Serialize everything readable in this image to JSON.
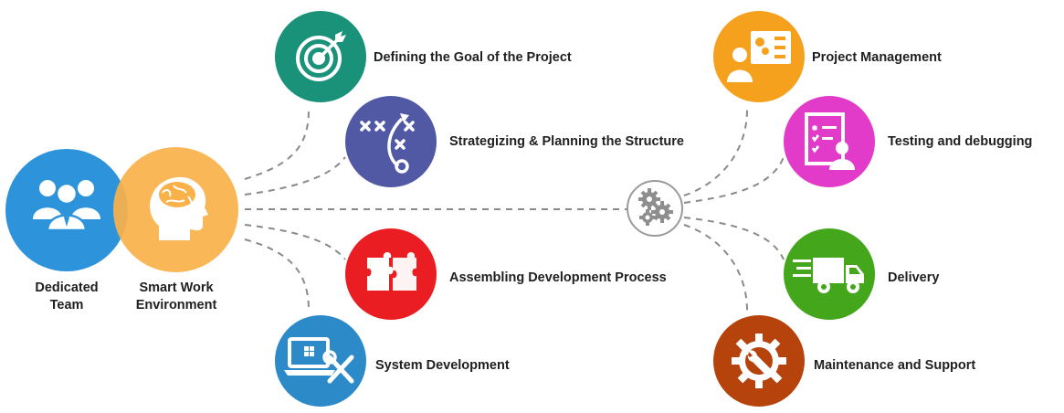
{
  "left_group": {
    "team_label": [
      "Dedicated",
      "Team"
    ],
    "env_label": [
      "Smart Work",
      "Environment"
    ],
    "team_color": "#2d93db",
    "env_color": "#f9b14a"
  },
  "left_nodes": [
    {
      "id": "goal",
      "label": "Defining the Goal of the Project",
      "color": "#1a9179",
      "icon": "target-icon"
    },
    {
      "id": "strategy",
      "label": "Strategizing & Planning the Structure",
      "color": "#5159a5",
      "icon": "strategy-play-icon"
    },
    {
      "id": "assembly",
      "label": "Assembling Development Process",
      "color": "#ea1d22",
      "icon": "puzzle-icon"
    },
    {
      "id": "system",
      "label": "System Development",
      "color": "#2d8ac8",
      "icon": "laptop-tools-icon"
    }
  ],
  "hub": {
    "icon": "gears-icon",
    "color": "#9a9a9a"
  },
  "right_nodes": [
    {
      "id": "pm",
      "label": "Project Management",
      "color": "#f6a11e",
      "icon": "manager-board-icon"
    },
    {
      "id": "testing",
      "label": "Testing and debugging",
      "color": "#e23ac9",
      "icon": "checklist-user-icon"
    },
    {
      "id": "delivery",
      "label": "Delivery",
      "color": "#43a61b",
      "icon": "truck-icon"
    },
    {
      "id": "maintenance",
      "label": "Maintenance and Support",
      "color": "#b6420c",
      "icon": "wrench-gear-icon"
    }
  ],
  "connector_color": "#8a8a8a"
}
